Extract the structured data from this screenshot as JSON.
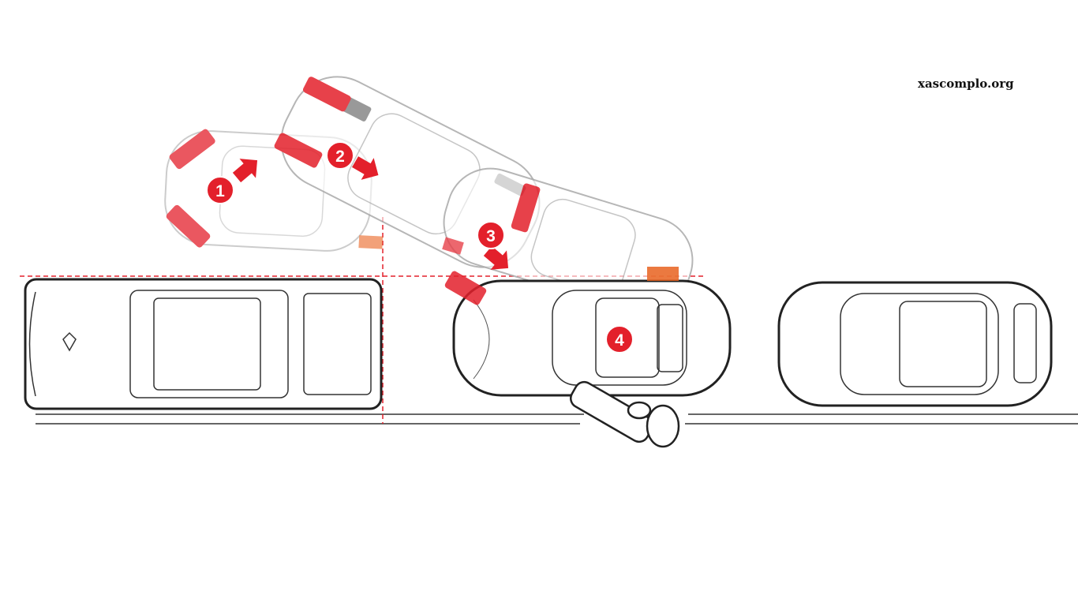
{
  "watermark": "xascomplo.org",
  "steps": [
    {
      "label": "1"
    },
    {
      "label": "2"
    },
    {
      "label": "3"
    },
    {
      "label": "4"
    }
  ],
  "colors": {
    "accent_red": "#e3202b",
    "guide_red": "#e3202b",
    "indicator_orange": "#e8621f",
    "outline": "#222222",
    "ghost_outline": "#b5b5b5"
  }
}
